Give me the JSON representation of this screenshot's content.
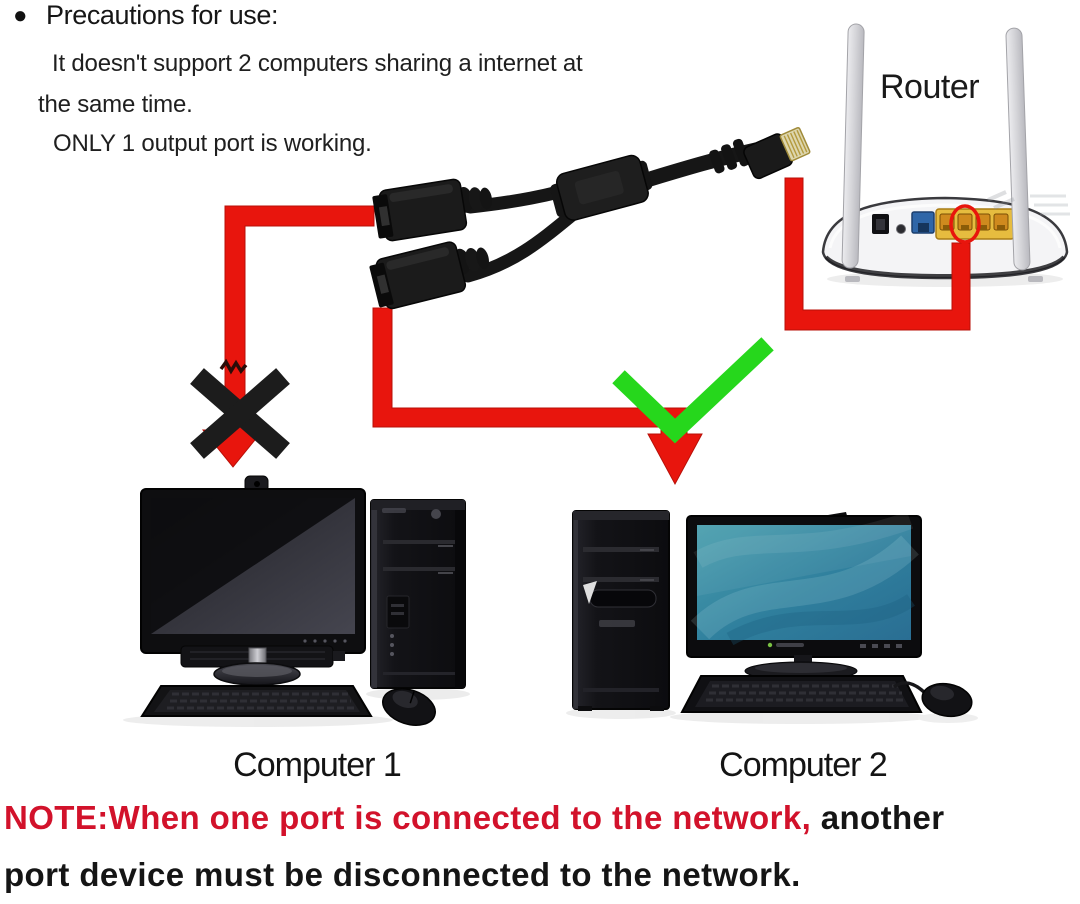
{
  "colors": {
    "arrow_red": "#e8150d",
    "check_green": "#26d71c",
    "x_black": "#1c1c1c",
    "note_red": "#d2122b",
    "text_black": "#1a1a1a",
    "router_port_blue": "#2f66a8",
    "router_port_yellow": "#e6bc3f"
  },
  "precautions": {
    "bullet": "●",
    "title": "Precautions for use:",
    "line1": "It doesn't support 2 computers sharing a internet at",
    "line2": "the same time.",
    "line3": "ONLY 1 output port is working."
  },
  "labels": {
    "router": "Router",
    "computer1": "Computer 1",
    "computer2": "Computer 2"
  },
  "note": {
    "red_segment": "NOTE:When one port is connected to the network,",
    "black_segment_line1": " another",
    "line2": "port device must be disconnected to the network."
  },
  "icons": {
    "wrong_connection": "x-mark-icon",
    "correct_connection": "check-mark-icon",
    "connection_flow": "red-arrow-path",
    "bullet": "bullet-icon"
  }
}
